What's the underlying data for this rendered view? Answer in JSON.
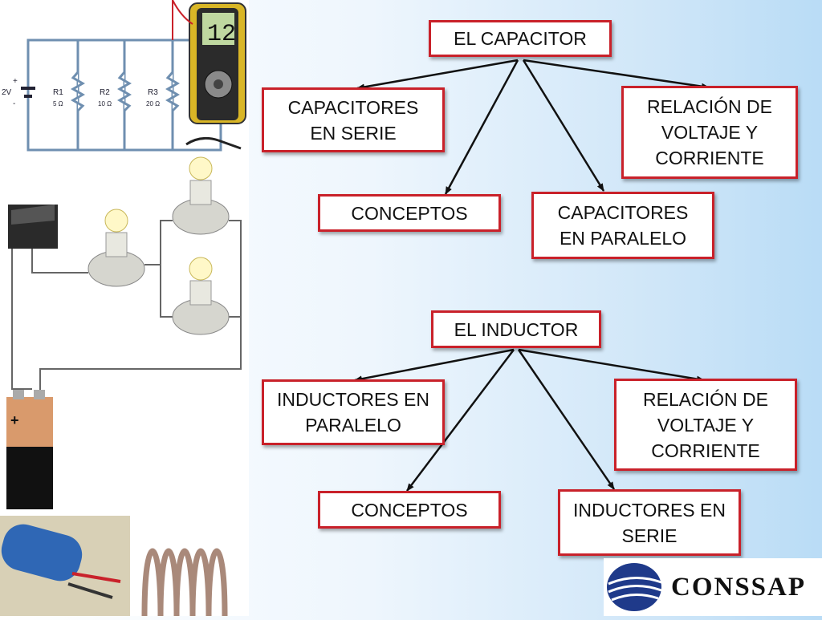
{
  "capacitor_map": {
    "root": "EL CAPACITOR",
    "series": "CAPACITORES\nEN SERIE",
    "relation": "RELACIÓN DE\nVOLTAJE Y\nCORRIENTE",
    "concepts": "CONCEPTOS",
    "parallel": "CAPACITORES\nEN PARALELO"
  },
  "inductor_map": {
    "root": "EL INDUCTOR",
    "parallel": "INDUCTORES EN\nPARALELO",
    "relation": "RELACIÓN DE\nVOLTAJE Y\nCORRIENTE",
    "concepts": "CONCEPTOS",
    "series": "INDUCTORES EN\nSERIE"
  },
  "circuit_image": {
    "voltage_label": "2V",
    "plus_sign": "+",
    "minus_sign": "-",
    "resistors": [
      {
        "name": "R1",
        "value": "5 Ω"
      },
      {
        "name": "R2",
        "value": "10 Ω"
      },
      {
        "name": "R3",
        "value": "20 Ω"
      }
    ],
    "meter_reading": "12"
  },
  "battery_image": {
    "plus_sign": "+"
  },
  "logo": {
    "text": "CONSSAP"
  },
  "colors": {
    "box_border": "#c9212a",
    "arrow": "#111111",
    "background_right": "#b9dcf6"
  }
}
